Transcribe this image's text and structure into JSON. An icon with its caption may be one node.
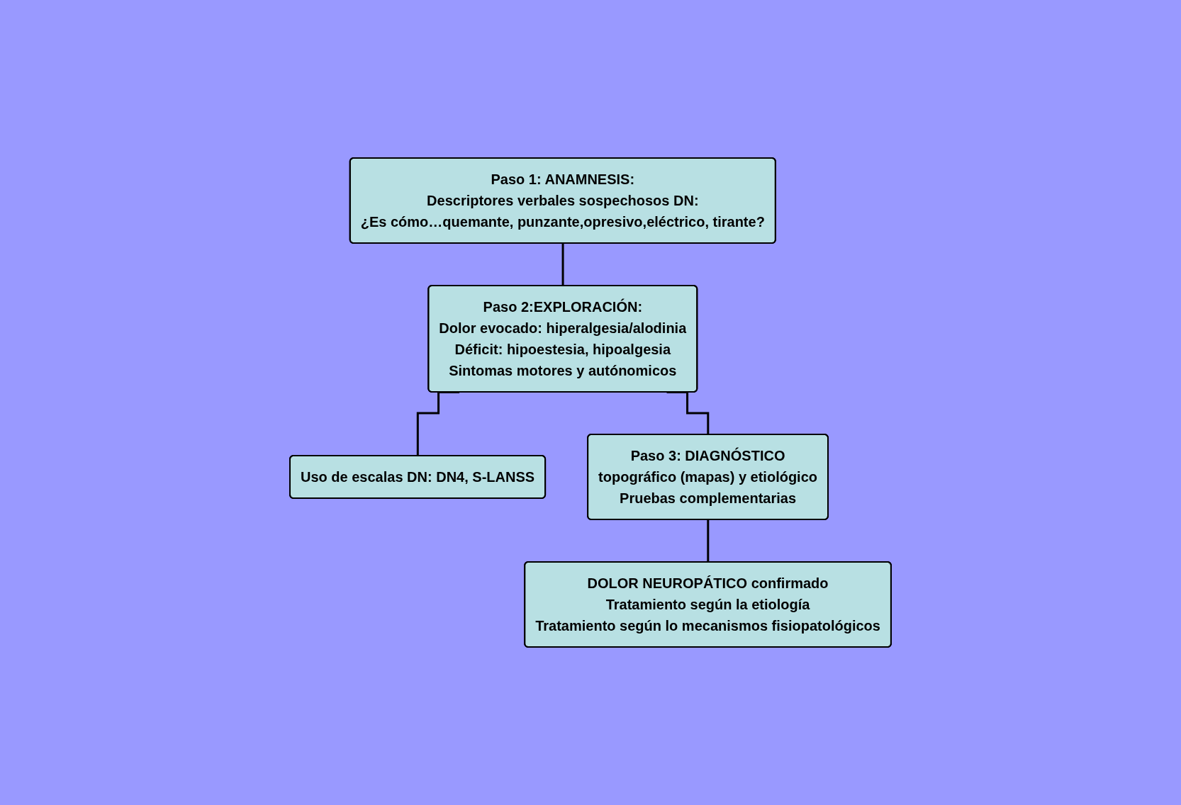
{
  "diagram": {
    "nodes": [
      {
        "text": [
          "Paso 1: ANAMNESIS:",
          "Descriptores verbales sospechosos DN:",
          "¿Es cómo…quemante, punzante,opresivo,eléctrico, tirante?"
        ]
      },
      {
        "text": [
          "Paso 2:EXPLORACIÓN:",
          "Dolor evocado: hiperalgesia/alodinia",
          "Déficit: hipoestesia, hipoalgesia",
          "Sintomas motores y autónomicos"
        ]
      },
      {
        "text": [
          "Uso de escalas  DN: DN4, S-LANSS"
        ]
      },
      {
        "text": [
          "Paso 3: DIAGNÓSTICO",
          "topográfico (mapas) y etiológico",
          "Pruebas complementarias"
        ]
      },
      {
        "text": [
          "DOLOR NEUROPÁTICO confirmado",
          "Tratamiento según la etiología",
          "Tratamiento según lo mecanismos fisiopatológicos"
        ]
      }
    ],
    "edges": [
      {
        "from": 0,
        "to": 1,
        "arrow": "none"
      },
      {
        "from": 1,
        "to": 2,
        "arrow": "none"
      },
      {
        "from": 1,
        "to": 3,
        "arrow": "none"
      },
      {
        "from": 3,
        "to": 4,
        "arrow": "none"
      }
    ]
  }
}
